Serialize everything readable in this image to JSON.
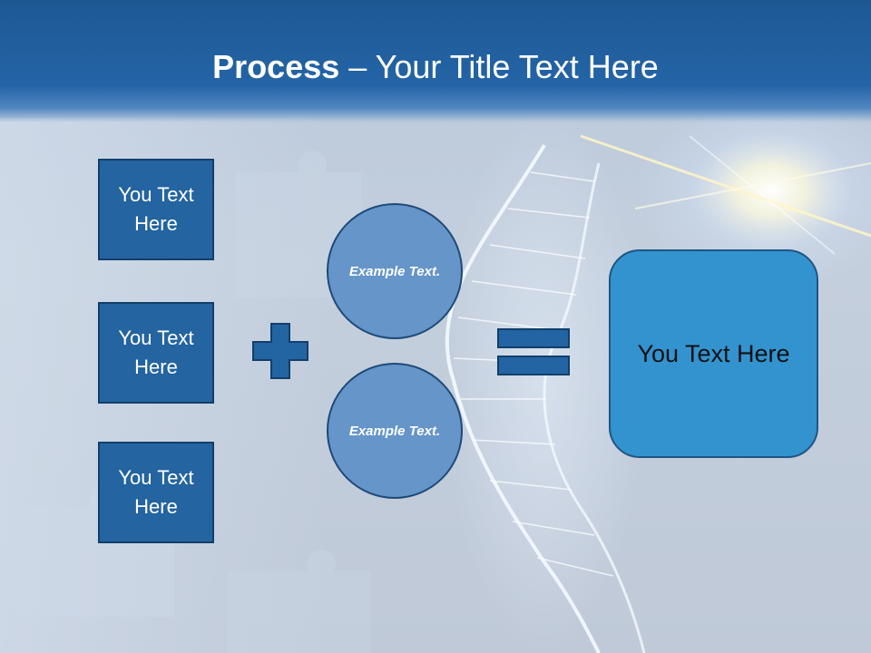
{
  "slide": {
    "title_bold": "Process",
    "title_rest": " – Your Title Text Here",
    "left_boxes": [
      {
        "label": "You Text Here"
      },
      {
        "label": "You Text Here"
      },
      {
        "label": "You Text Here"
      }
    ],
    "circles": [
      {
        "label": "Example Text."
      },
      {
        "label": "Example Text."
      }
    ],
    "result_label": "You Text Here"
  },
  "icons": [
    "plus-icon",
    "equals-icon"
  ],
  "colors": {
    "header": "#2464a6",
    "box_fill": "#2464a0",
    "circle_fill": "#6595c9",
    "result_fill": "#3393cf",
    "operator": "#2364a3"
  }
}
